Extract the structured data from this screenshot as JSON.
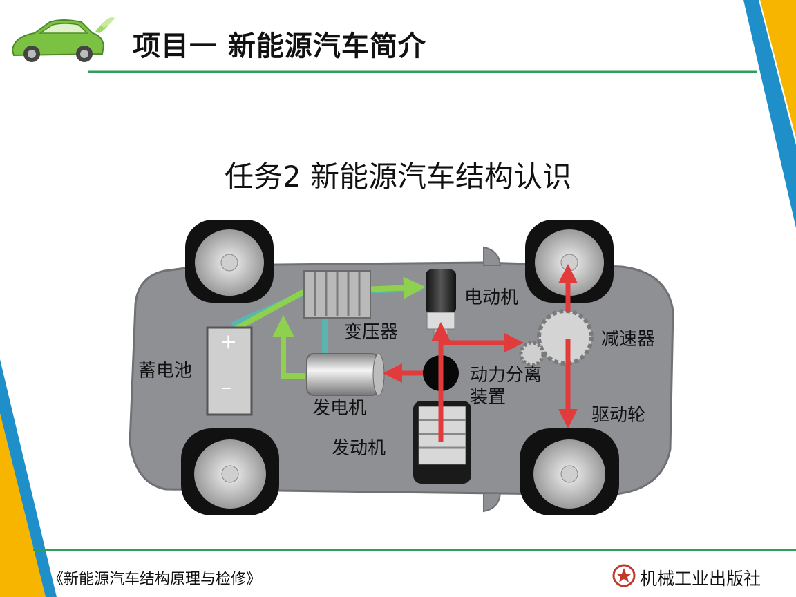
{
  "header": {
    "title": "项目一  新能源汽车简介"
  },
  "subtitle": "任务2  新能源汽车结构认识",
  "diagram": {
    "labels": {
      "motor": "电动机",
      "transformer": "变压器",
      "reducer": "减速器",
      "battery": "蓄电池",
      "generator": "发电机",
      "power_split_line1": "动力分离",
      "power_split_line2": "装置",
      "drive_wheel": "驱动轮",
      "engine": "发动机"
    },
    "battery_symbols": {
      "plus": "+",
      "minus": "–"
    }
  },
  "footer": {
    "book_title": "《新能源汽车结构原理与检修》",
    "publisher": "机械工业出版社"
  },
  "colors": {
    "accent_green": "#2e9e58",
    "accent_blue": "#1f8fc9",
    "accent_yellow": "#f7b500",
    "red_arrow": "#e23b3b",
    "green_arrow": "#8fd14f",
    "teal_line": "#5ab5b0",
    "body_gray": "#8e9094"
  }
}
